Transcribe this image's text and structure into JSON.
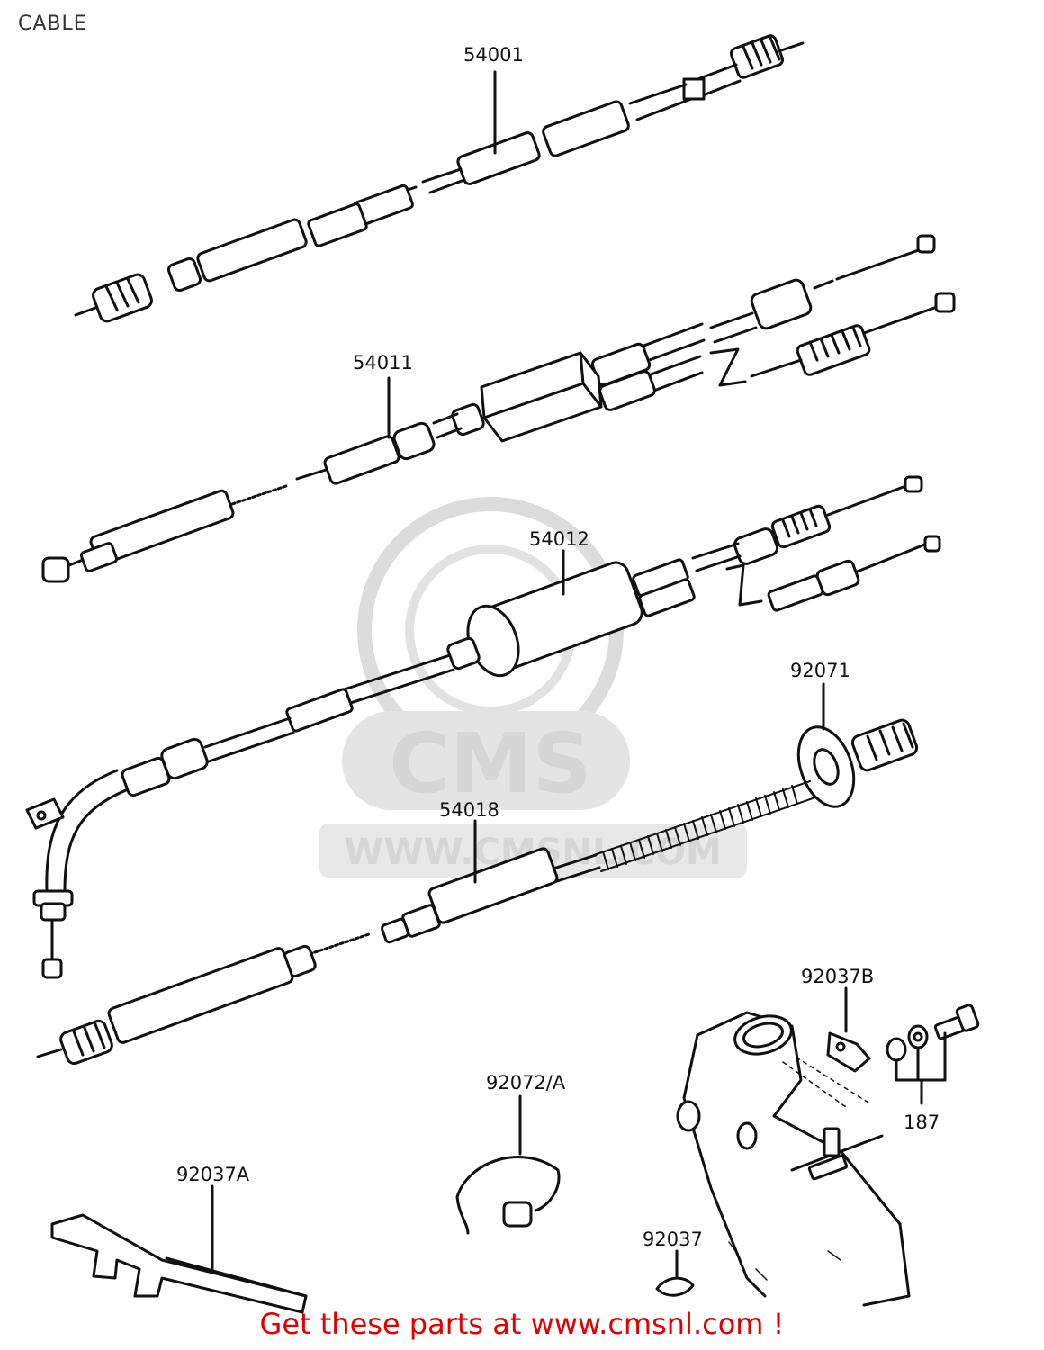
{
  "page": {
    "title": "CABLE"
  },
  "watermark": {
    "brand": "CMS",
    "url": "WWW.CMSNL.COM"
  },
  "parts": [
    {
      "id": "p1",
      "label": "54001"
    },
    {
      "id": "p2",
      "label": "54011"
    },
    {
      "id": "p3",
      "label": "54012"
    },
    {
      "id": "p4",
      "label": "92071"
    },
    {
      "id": "p5",
      "label": "54018"
    },
    {
      "id": "p6",
      "label": "92037B"
    },
    {
      "id": "p7",
      "label": "187"
    },
    {
      "id": "p8",
      "label": "92072/A"
    },
    {
      "id": "p9",
      "label": "92037A"
    },
    {
      "id": "p10",
      "label": "92037"
    }
  ],
  "footer": {
    "cta": "Get these parts at www.cmsnl.com !"
  },
  "colors": {
    "line": "#111111",
    "watermark": "#d6d6d6",
    "cta": "#e00000"
  }
}
